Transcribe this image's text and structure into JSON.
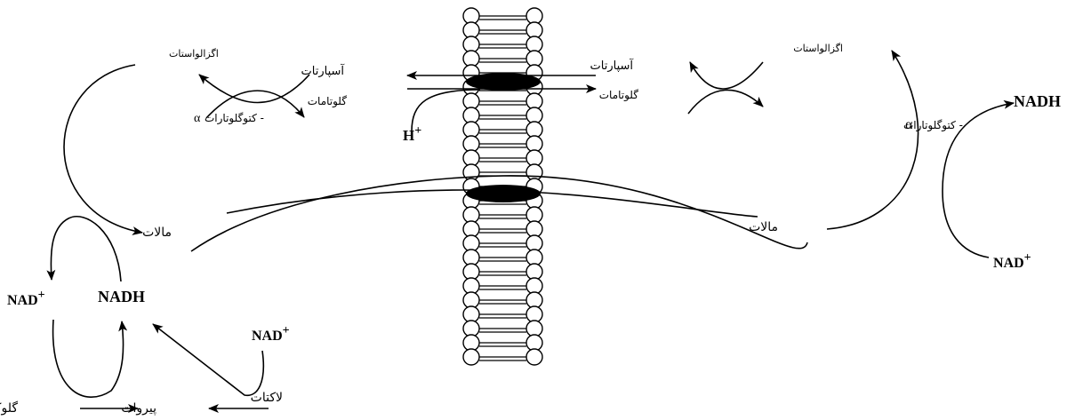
{
  "labels": {
    "cyto_oxaloacetate": "اگزالواستات",
    "cyto_alpha_symbol": "α",
    "cyto_ketoglutarate": "- کتوگلوتارات",
    "cyto_malate": "مالات",
    "cyto_nadh": "NADH",
    "cyto_nad_left": "NAD",
    "cyto_nad_right": "NAD",
    "plus": "+",
    "glucose": "گلوکز",
    "pyruvate": "پیروات",
    "lactate": "لاکتات",
    "antiporter_aspartate": "آسپارتات",
    "antiporter_glutamate": "گلوتامات",
    "proton": "H",
    "mito_aspartate": "آسپارتات",
    "mito_glutamate": "گلوتامات",
    "mito_oxaloacetate": "اگزالواستات",
    "mito_alpha_symbol": "α",
    "mito_ketoglutarate": "- کتوگلوتارات",
    "mito_malate": "مالات",
    "mito_nadh": "NADH",
    "mito_nad": "NAD"
  }
}
